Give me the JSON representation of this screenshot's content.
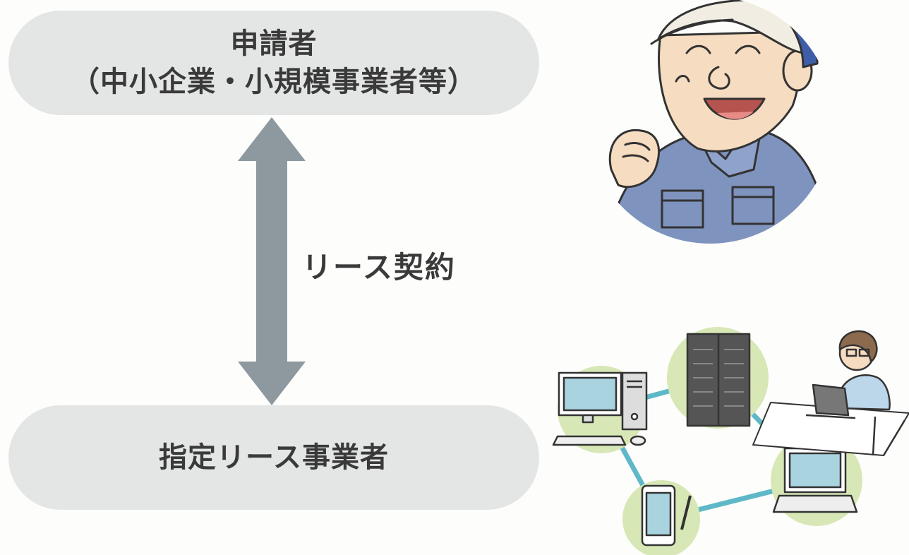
{
  "applicant": {
    "title": "申請者",
    "subtitle": "（中小企業・小規模事業者等）"
  },
  "contract": {
    "label": "リース契約"
  },
  "lessor": {
    "title": "指定リース事業者"
  },
  "colors": {
    "box_fill": "#e4e6e5",
    "arrow_fill": "#8d989f",
    "text": "#3a3a3a",
    "jacket_blue": "#7f93bf",
    "cap_blue": "#3e5ea8",
    "circle_green": "#d7e8b6",
    "link_teal": "#5fb8c8"
  },
  "icons": {
    "worker": "smiling-worker-illustration",
    "network": "it-network-illustration"
  }
}
